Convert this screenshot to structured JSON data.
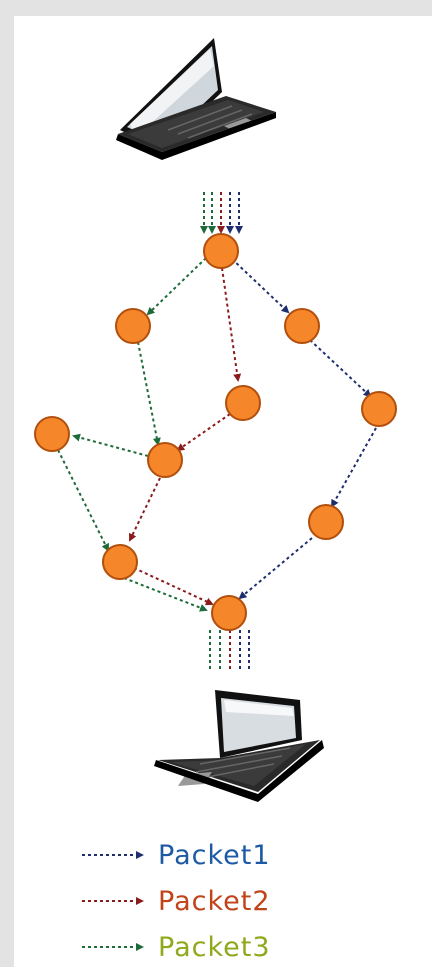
{
  "colors": {
    "packet1": "#1f2f6e",
    "packet2": "#8b1c1c",
    "packet3": "#1d6b3a",
    "node_fill": "#f5862a",
    "node_stroke": "#b24f0c",
    "legend_text_packet1": "#1e5aa3",
    "legend_text_packet2": "#c0431a",
    "legend_text_packet3": "#8fa91c"
  },
  "diagram": {
    "source_icon": "laptop-icon",
    "destination_icon": "laptop-icon",
    "nodes": [
      "n1",
      "n2",
      "n3",
      "n4",
      "n5",
      "n6",
      "n7",
      "n8",
      "n9",
      "n10"
    ]
  },
  "legend": [
    {
      "label": "Packet1",
      "color_key": "packet1",
      "text_color_key": "legend_text_packet1"
    },
    {
      "label": "Packet2",
      "color_key": "packet2",
      "text_color_key": "legend_text_packet2"
    },
    {
      "label": "Packet3",
      "color_key": "packet3",
      "text_color_key": "legend_text_packet3"
    }
  ]
}
